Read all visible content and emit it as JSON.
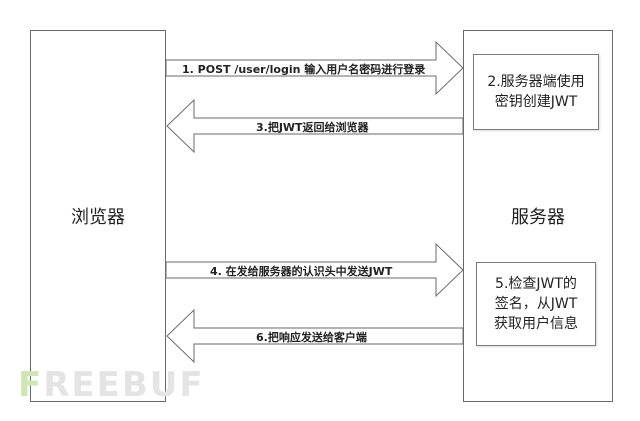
{
  "browser": {
    "label": "浏览器"
  },
  "server": {
    "label": "服务器"
  },
  "notes": {
    "create_jwt": [
      "2.服务器端使用",
      "密钥创建JWT"
    ],
    "check_jwt": [
      "5.检查JWT的",
      "签名，从JWT",
      "获取用户信息"
    ]
  },
  "arrows": {
    "step1": "1. POST /user/login 输入用户名密码进行登录",
    "step3": "3.把JWT返回给浏览器",
    "step4": "4. 在发给服务器的认识头中发送JWT",
    "step6": "6.把响应发送给客户端"
  },
  "watermark": {
    "first": "F",
    "rest": "REEBUF"
  },
  "colors": {
    "border": "#6a6a6a",
    "arrow_fill": "#ffffff",
    "watermark": "#e4e4e4",
    "watermark_accent": "#cfe6b4"
  }
}
